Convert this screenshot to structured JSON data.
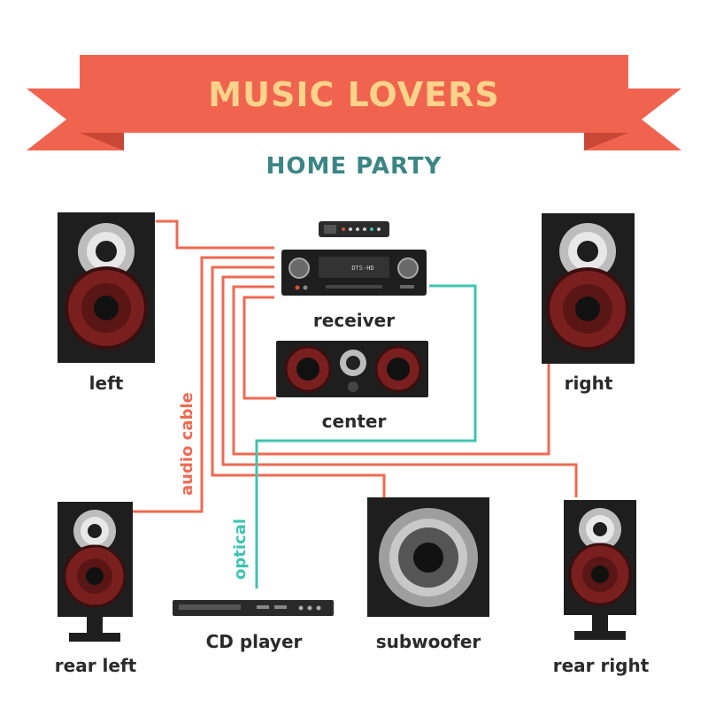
{
  "banner": {
    "title": "MUSIC LOVERS",
    "subtitle": "HOME PARTY"
  },
  "labels": {
    "receiver": "receiver",
    "center": "center",
    "left": "left",
    "right": "right",
    "rear_left": "rear left",
    "rear_right": "rear right",
    "cd_player": "CD player",
    "subwoofer": "subwoofer"
  },
  "cables": {
    "audio_label": "audio cable",
    "optical_label": "optical"
  },
  "receiver_display": "DTS-HD",
  "colors": {
    "banner": "#f0644f",
    "banner_shadow": "#c94735",
    "title_text": "#fbd38a",
    "subtitle_text": "#3b8585",
    "audio_cable": "#ef6a52",
    "optical_cable": "#3ec4b0",
    "speaker_body": "#1e1e1e",
    "woofer": "#7a1f1f"
  }
}
